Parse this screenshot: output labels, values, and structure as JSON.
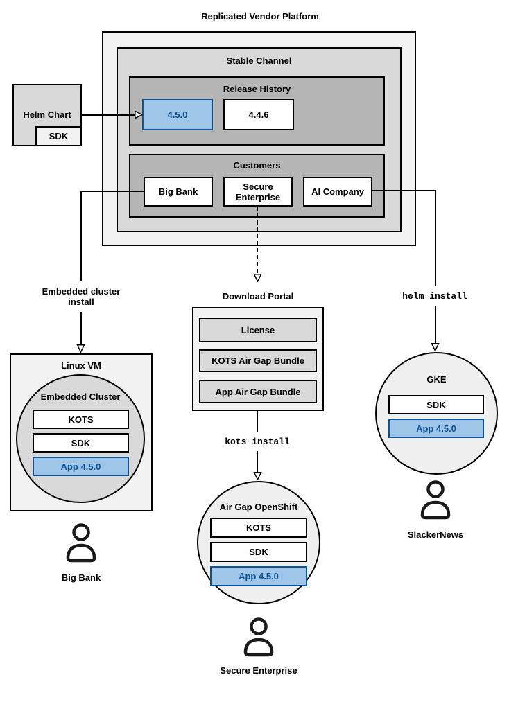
{
  "title": "Replicated Vendor Platform",
  "colors": {
    "container_fill": "#f2f2f2",
    "channel_fill": "#d9d9d9",
    "inner_fill": "#b5b5b5",
    "highlight_fill": "#9fc5e8",
    "highlight_border": "#0b5394",
    "highlight_text": "#0b5394",
    "line": "#000000"
  },
  "platform": {
    "stable_channel": {
      "label": "Stable Channel"
    },
    "release_history": {
      "label": "Release History",
      "releases": [
        "4.5.0",
        "4.4.6"
      ],
      "highlighted_release": "4.5.0"
    },
    "customers": {
      "label": "Customers",
      "items": [
        "Big Bank",
        "Secure Enterprise",
        "AI Company"
      ]
    }
  },
  "helm_chart": {
    "label": "Helm Chart",
    "sdk": "SDK"
  },
  "edges": {
    "embedded_cluster_install": "Embedded cluster install",
    "helm_install": "helm install",
    "kots_install": "kots install"
  },
  "download_portal": {
    "label": "Download Portal",
    "items": [
      "License",
      "KOTS Air Gap Bundle",
      "App Air Gap Bundle"
    ]
  },
  "linux_vm": {
    "label": "Linux VM",
    "embedded_cluster": {
      "label": "Embedded Cluster",
      "components": [
        "KOTS",
        "SDK"
      ],
      "app": "App 4.5.0"
    }
  },
  "air_gap_openshift": {
    "label": "Air Gap OpenShift",
    "components": [
      "KOTS",
      "SDK"
    ],
    "app": "App 4.5.0"
  },
  "gke": {
    "label": "GKE",
    "components": [
      "SDK"
    ],
    "app": "App 4.5.0"
  },
  "personas": {
    "big_bank": "Big Bank",
    "secure_enterprise": "Secure Enterprise",
    "slackernews": "SlackerNews"
  }
}
